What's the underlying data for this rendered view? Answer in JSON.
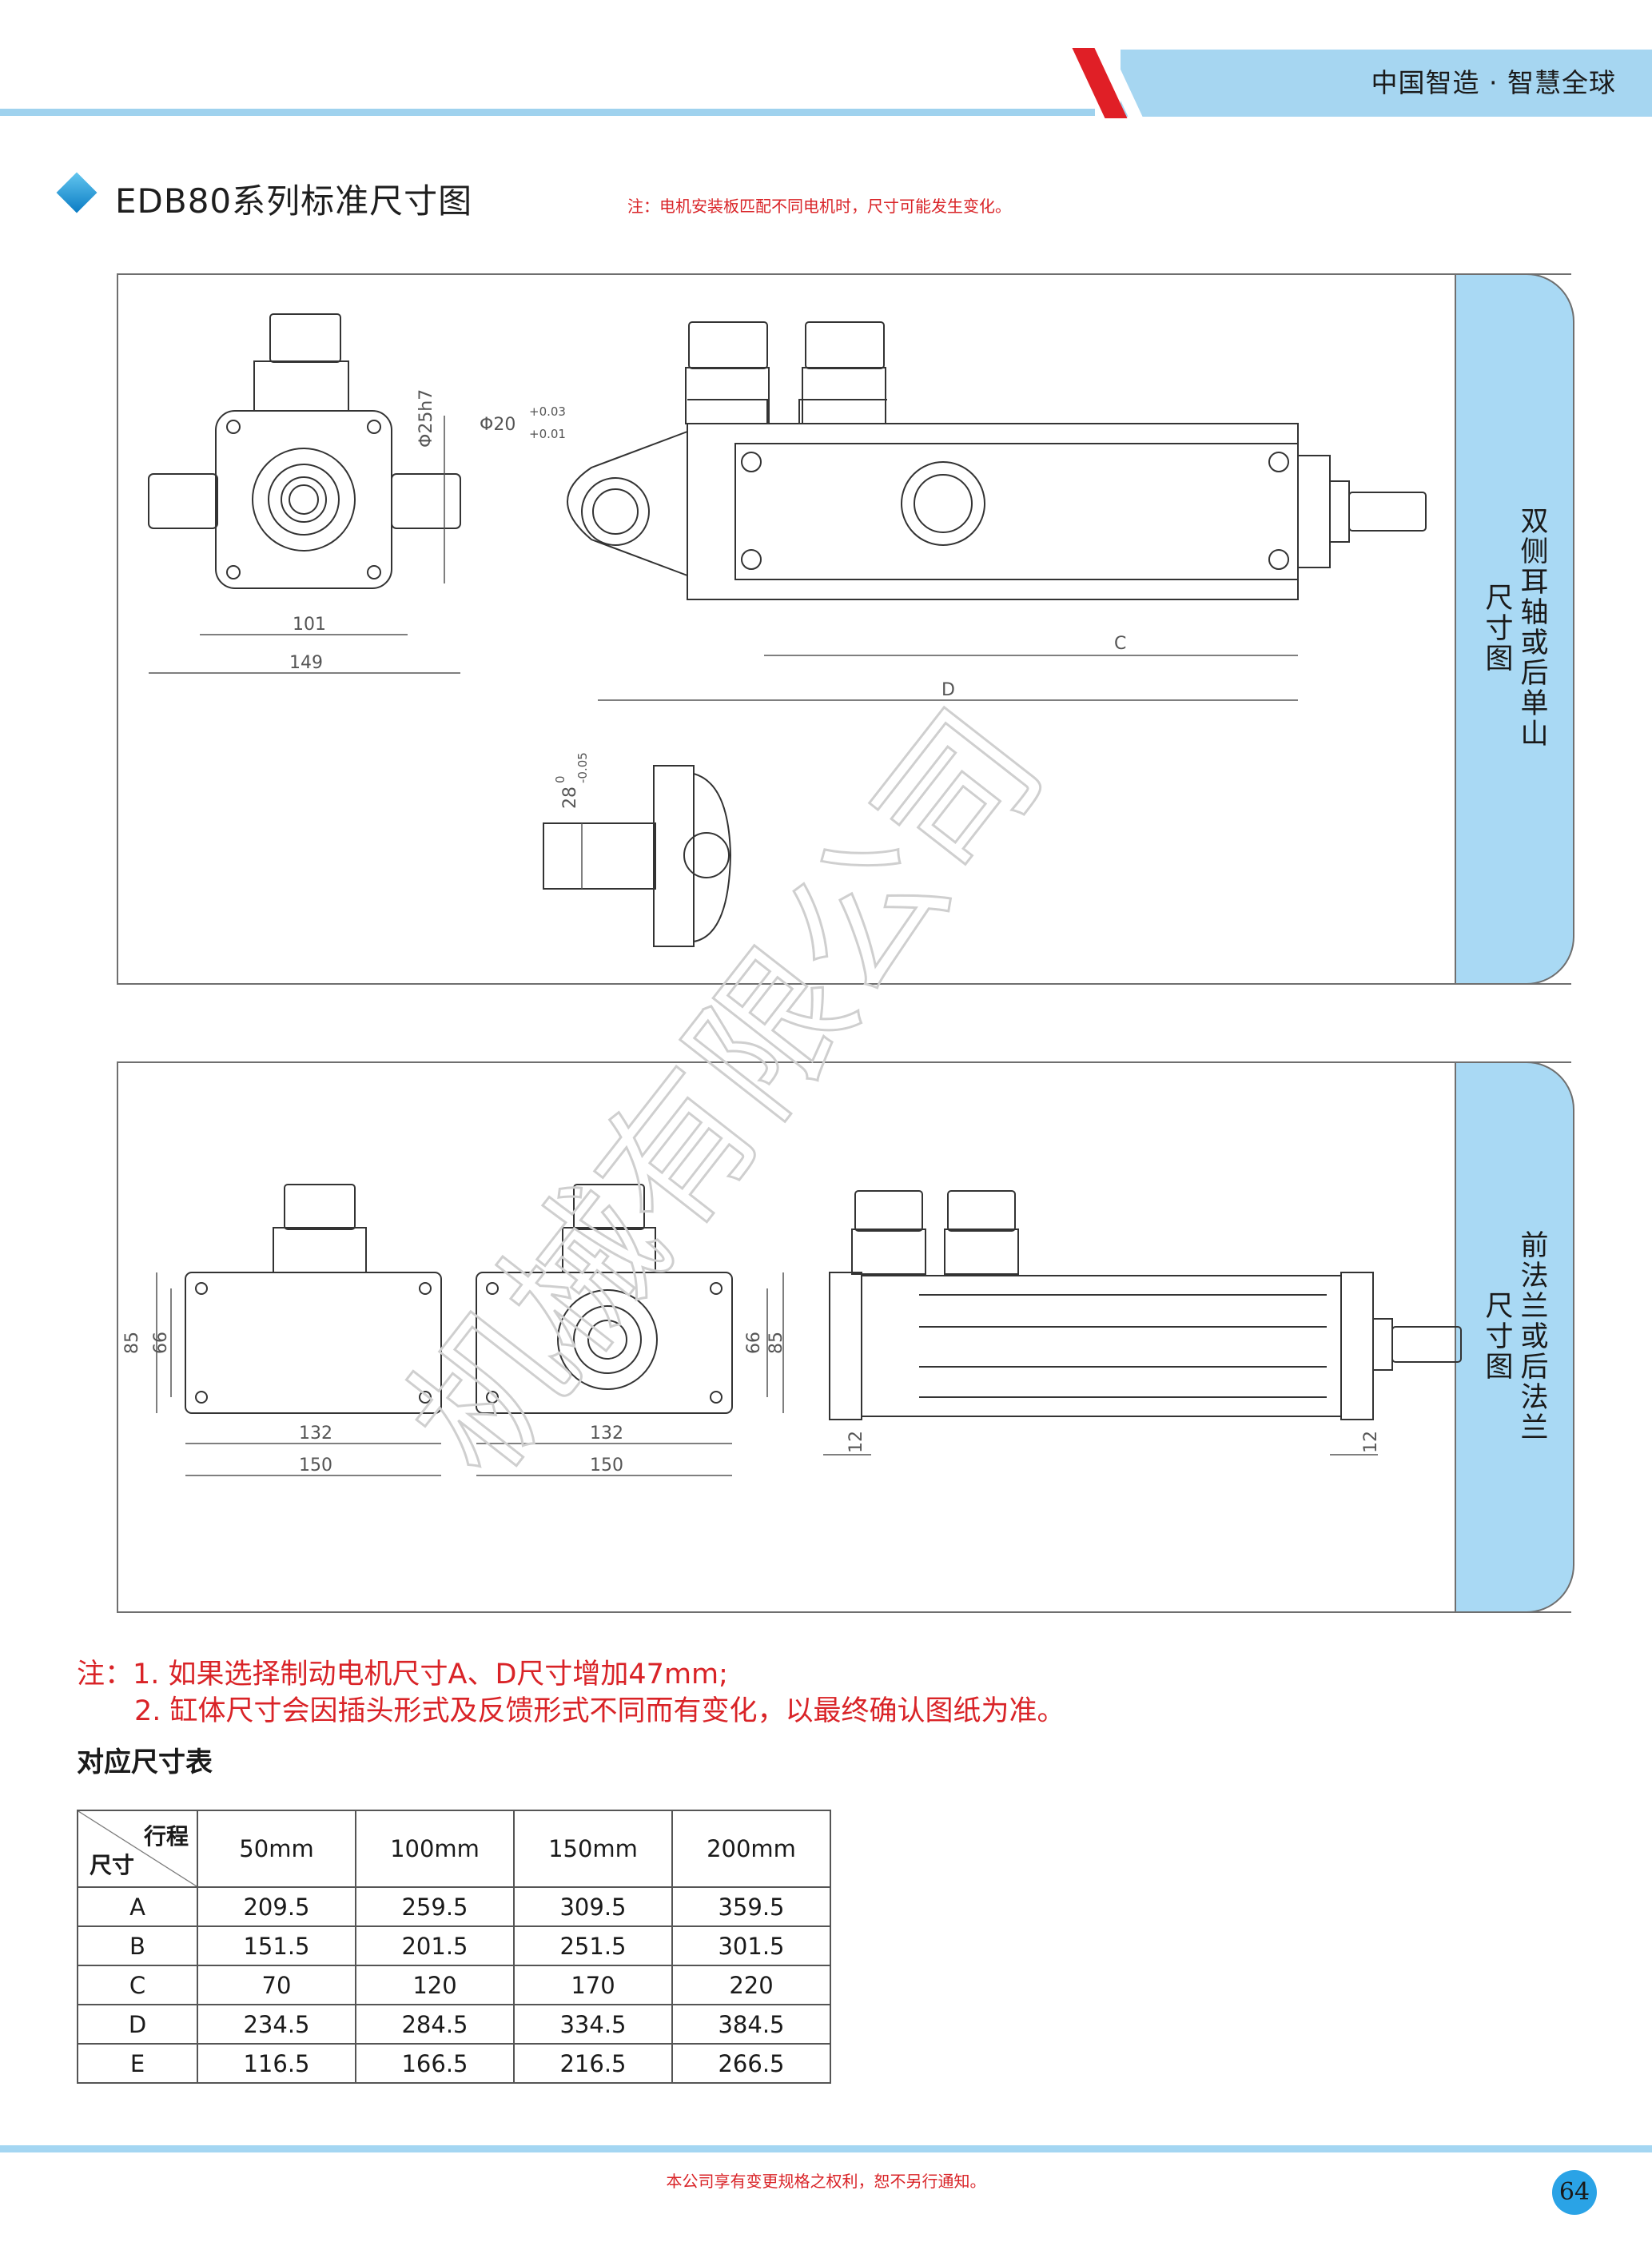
{
  "header": {
    "slogan": "中国智造 · 智慧全球"
  },
  "title": {
    "text": "EDB80系列标准尺寸图",
    "note": "注：电机安装板匹配不同电机时，尺寸可能发生变化。"
  },
  "panels": [
    {
      "label_lines": [
        "双侧耳轴或后单山",
        "尺寸图"
      ]
    },
    {
      "label_lines": [
        "前法兰或后法兰",
        "尺寸图"
      ]
    }
  ],
  "drawing1": {
    "dim_101": "101",
    "dim_149": "149",
    "dim_phi25": "Φ25h7",
    "dim_phi20": "Φ20",
    "tol_upper": "+0.03",
    "tol_lower": "+0.01",
    "dim_c": "C",
    "dim_d": "D",
    "dim_28": "28",
    "tol28_upper": "0",
    "tol28_lower": "-0.05"
  },
  "drawing2": {
    "dim_85": "85",
    "dim_66": "66",
    "dim_132": "132",
    "dim_150": "150",
    "dim_12": "12"
  },
  "watermark": "机械有限公司",
  "notes": [
    "注：1. 如果选择制动电机尺寸A、D尺寸增加47mm;",
    "2. 缸体尺寸会因插头形式及反馈形式不同而有变化，以最终确认图纸为准。"
  ],
  "table": {
    "title": "对应尺寸表",
    "corner_top": "行程",
    "corner_bottom": "尺寸",
    "columns": [
      "50mm",
      "100mm",
      "150mm",
      "200mm"
    ],
    "rows": [
      {
        "label": "A",
        "values": [
          "209.5",
          "259.5",
          "309.5",
          "359.5"
        ]
      },
      {
        "label": "B",
        "values": [
          "151.5",
          "201.5",
          "251.5",
          "301.5"
        ]
      },
      {
        "label": "C",
        "values": [
          "70",
          "120",
          "170",
          "220"
        ]
      },
      {
        "label": "D",
        "values": [
          "234.5",
          "284.5",
          "334.5",
          "384.5"
        ]
      },
      {
        "label": "E",
        "values": [
          "116.5",
          "166.5",
          "216.5",
          "266.5"
        ]
      }
    ]
  },
  "footer": {
    "notice": "本公司享有变更规格之权利，恕不另行通知。",
    "page": "64"
  },
  "colors": {
    "accent_blue": "#a9d9f4",
    "note_red": "#d92327",
    "page_badge": "#2aa3e6",
    "header_red": "#e01f26"
  }
}
